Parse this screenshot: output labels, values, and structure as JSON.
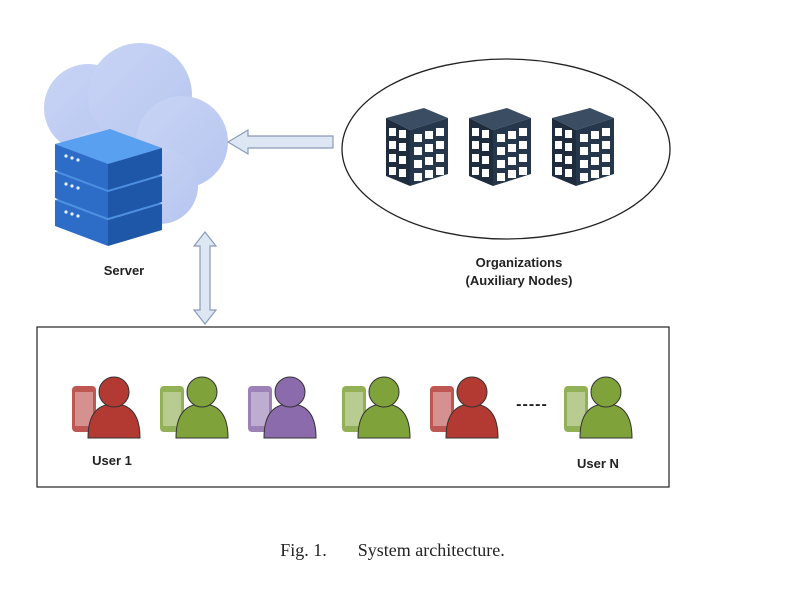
{
  "server": {
    "label": "Server"
  },
  "organizations": {
    "line1": "Organizations",
    "line2": "(Auxiliary Nodes)"
  },
  "users": {
    "first_label": "User 1",
    "last_label": "User N",
    "ellipsis": "-----",
    "colors": [
      "#b33a32",
      "#7fa33a",
      "#8b6bab",
      "#7fa33a",
      "#b33a32",
      "#7fa33a"
    ]
  },
  "caption": {
    "fig": "Fig. 1.",
    "text": "System architecture."
  }
}
